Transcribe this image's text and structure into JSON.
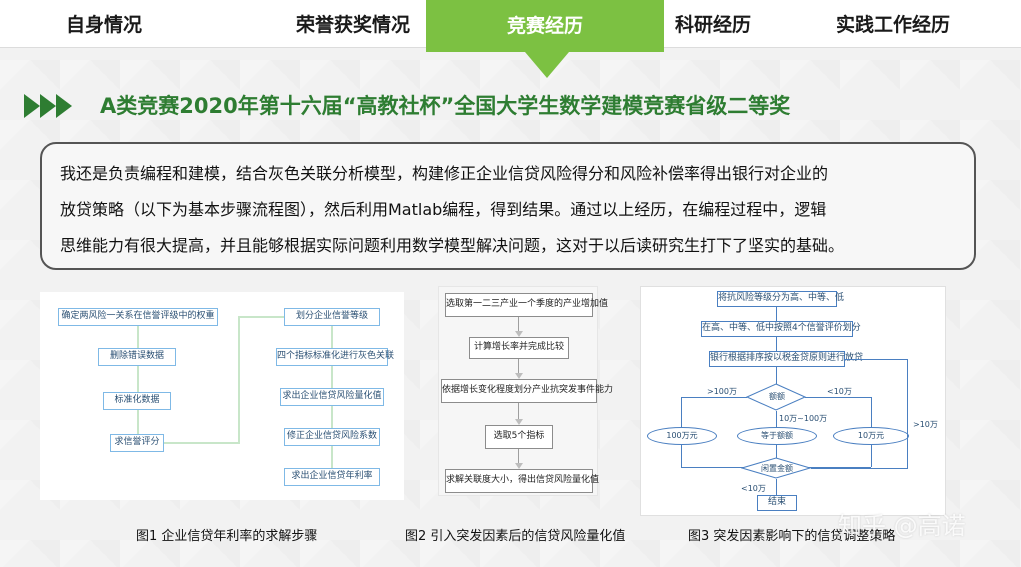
{
  "nav": {
    "tabs": [
      {
        "label": "自身情况"
      },
      {
        "label": "荣誉获奖情况"
      },
      {
        "label": "竞赛经历"
      },
      {
        "label": "科研经历"
      },
      {
        "label": "实践工作经历"
      }
    ],
    "active_index": 2
  },
  "colors": {
    "accent": "#7cc142",
    "headline": "#2e7d32"
  },
  "headline": "A类竞赛2020年第十六届“高教社杯”全国大学生数学建模竞赛省级二等奖",
  "description": {
    "lines": [
      "我还是负责编程和建模，结合灰色关联分析模型，构建修正企业信贷风险得分和风险补偿率得出银行对企业的",
      "放贷策略（以下为基本步骤流程图），然后利用Matlab编程，得到结果。通过以上经历，在编程过程中，逻辑",
      "思维能力有很大提高，并且能够根据实际问题利用数学模型解决问题，这对于以后读研究生打下了坚实的基础。"
    ]
  },
  "figure1": {
    "left_steps": [
      "确定两风险一关系在信誉评级中的权重",
      "删除错误数据",
      "标准化数据",
      "求信誉评分"
    ],
    "right_steps": [
      "划分企业信誉等级",
      "四个指标标准化进行灰色关联",
      "求出企业信贷风险量化值",
      "修正企业信贷风险系数",
      "求出企业信贷年利率"
    ],
    "caption": "图1  企业信贷年利率的求解步骤"
  },
  "figure2": {
    "steps": [
      "选取第一二三产业一个季度的产业增加值",
      "计算增长率并完成比较",
      "依据增长变化程度划分产业抗突发事件能力",
      "选取5个指标",
      "求解关联度大小，得出信贷风险量化值"
    ],
    "caption": "图2  引入突发因素后的信贷风险量化值"
  },
  "figure3": {
    "box1": "将抗风险等级分为高、中等、低",
    "box2": "在高、中等、低中按照4个信誉评价划分",
    "box3": "银行根据排序按以税金贷原则进行放贷",
    "decision1": "额额",
    "decision2": "闲置金额",
    "oval_left": "100万元",
    "oval_mid": "等于额额",
    "oval_right": "10万元",
    "end": "结束",
    "label_gt100": ">100万",
    "label_lt10a": "<10万",
    "label_mid": "10万~100万",
    "label_gt10": ">10万",
    "label_lt10b": "<10万",
    "caption": "图3  突发因素影响下的信贷调整策略"
  },
  "watermark": "知乎 @高诺"
}
